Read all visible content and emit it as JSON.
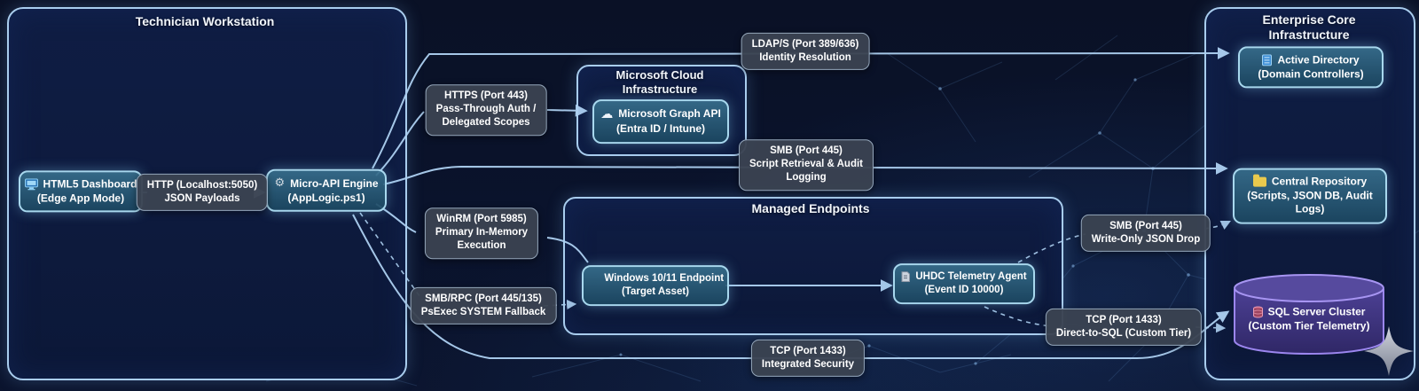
{
  "containers": {
    "workstation": {
      "title": "Technician Workstation"
    },
    "cloud": {
      "title_line1": "Microsoft Cloud",
      "title_line2": "Infrastructure"
    },
    "endpoints": {
      "title": "Managed Endpoints"
    },
    "enterprise": {
      "title_line1": "Enterprise Core",
      "title_line2": "Infrastructure"
    }
  },
  "nodes": {
    "dashboard": {
      "line1": "HTML5 Dashboard",
      "line2": "(Edge App Mode)",
      "icon": "monitor-icon"
    },
    "microapi": {
      "line1": "Micro-API Engine",
      "line2": "(AppLogic.ps1)",
      "icon": "gear-icon"
    },
    "graphapi": {
      "line1": "Microsoft Graph API",
      "line2": "(Entra ID / Intune)",
      "icon": "cloud-icon"
    },
    "winendpoint": {
      "line1": "Windows 10/11 Endpoint",
      "line2": "(Target Asset)",
      "icon": "windows-icon"
    },
    "uhdc": {
      "line1": "UHDC Telemetry Agent",
      "line2": "(Event ID 10000)",
      "icon": "script-icon"
    },
    "activedirectory": {
      "line1": "Active Directory",
      "line2": "(Domain Controllers)",
      "icon": "directory-icon"
    },
    "repository": {
      "line1": "Central Repository",
      "line2": "(Scripts, JSON DB, Audit",
      "line3": "Logs)",
      "icon": "folder-icon"
    },
    "sqlcluster": {
      "line1": "SQL Server Cluster",
      "line2": "(Custom Tier Telemetry)",
      "icon": "database-icon"
    }
  },
  "edge_labels": {
    "http": {
      "line1": "HTTP (Localhost:5050)",
      "line2": "JSON Payloads"
    },
    "https": {
      "line1": "HTTPS (Port 443)",
      "line2": "Pass-Through Auth /",
      "line3": "Delegated Scopes"
    },
    "ldap": {
      "line1": "LDAP/S (Port 389/636)",
      "line2": "Identity Resolution"
    },
    "smb_script": {
      "line1": "SMB (Port 445)",
      "line2": "Script Retrieval & Audit",
      "line3": "Logging"
    },
    "winrm": {
      "line1": "WinRM (Port 5985)",
      "line2": "Primary In-Memory",
      "line3": "Execution"
    },
    "smb_rpc": {
      "line1": "SMB/RPC (Port 445/135)",
      "line2": "PsExec SYSTEM Fallback"
    },
    "smb_drop": {
      "line1": "SMB (Port 445)",
      "line2": "Write-Only JSON Drop"
    },
    "tcp_direct": {
      "line1": "TCP (Port 1433)",
      "line2": "Direct-to-SQL (Custom Tier)"
    },
    "tcp_integrated": {
      "line1": "TCP (Port 1433)",
      "line2": "Integrated Security"
    }
  },
  "colors": {
    "background": "#0a1126",
    "container_border": "#a9cdee",
    "container_fill": "#0d1a3e",
    "node_fill": "#2a6484",
    "node_border": "#a8d8ee",
    "edge_line": "#aed1f2",
    "edge_label_fill": "#3a4351",
    "text": "#ffffff",
    "sql_cylinder_fill": "#453a85",
    "sql_cylinder_border": "#9b86ee",
    "folder_yellow": "#e9c94d",
    "windows_blue": "#39b1ee",
    "sparkle_gray": "#b9bcc8"
  }
}
